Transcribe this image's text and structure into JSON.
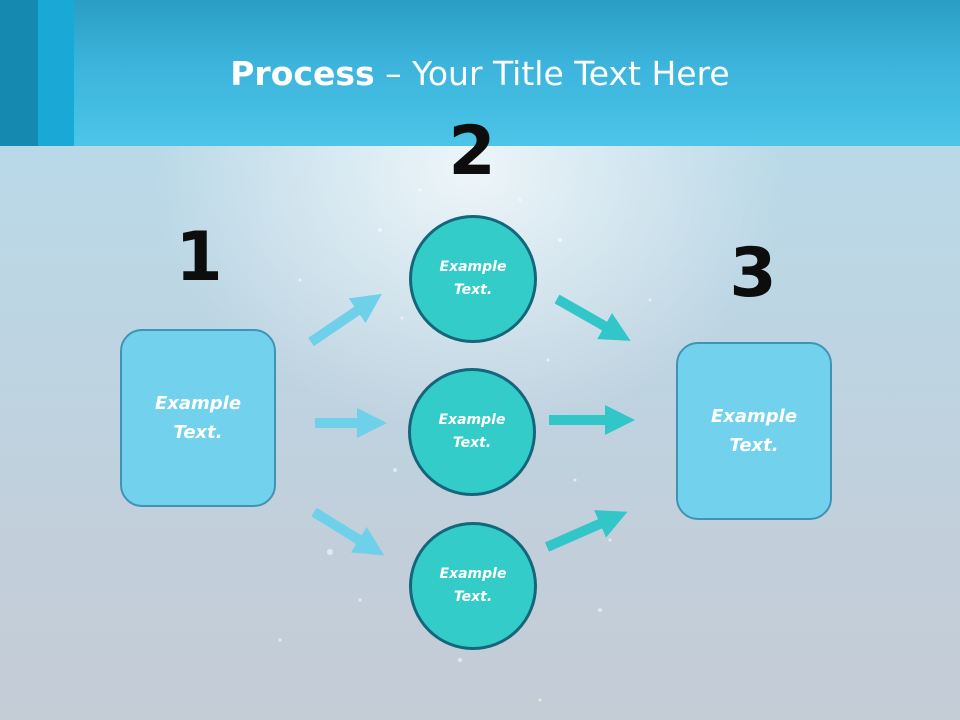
{
  "slide": {
    "title_bold": "Process",
    "title_rest": " – Your Title Text Here"
  },
  "steps": {
    "step1_number": "1",
    "step2_number": "2",
    "step3_number": "3"
  },
  "boxes": {
    "left_label": "Example Text.",
    "right_label": "Example Text."
  },
  "circles": [
    {
      "label": "Example Text."
    },
    {
      "label": "Example Text."
    },
    {
      "label": "Example Text."
    }
  ],
  "colors": {
    "box_fill": "#72d2ee",
    "circle_fill": "#34ccc9",
    "left_arrow": "#6fd0ea",
    "right_arrow": "#33c6c8",
    "header": "#3cb4dc"
  }
}
